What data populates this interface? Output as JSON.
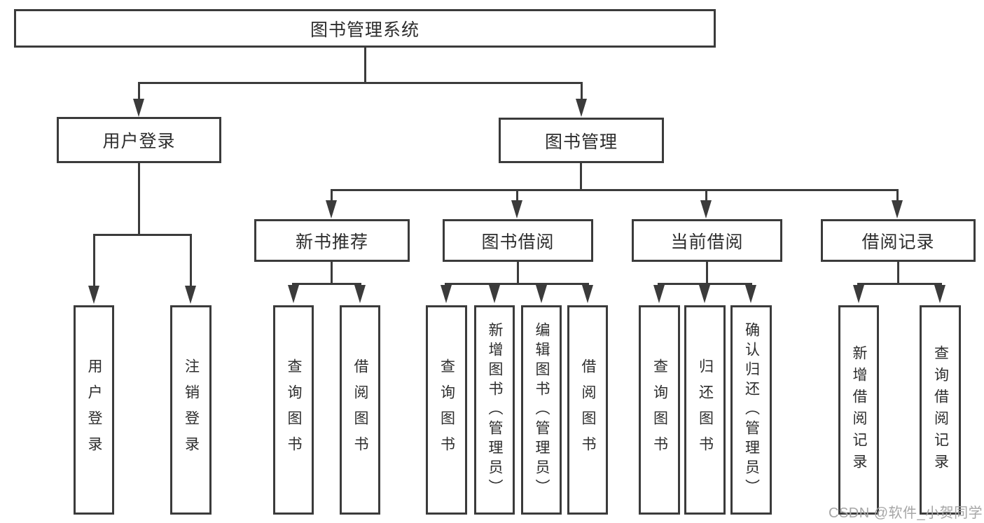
{
  "diagram": {
    "root": {
      "label": "图书管理系统"
    },
    "level2": [
      {
        "label": "用户登录"
      },
      {
        "label": "图书管理"
      }
    ],
    "level3": [
      {
        "label": "新书推荐"
      },
      {
        "label": "图书借阅"
      },
      {
        "label": "当前借阅"
      },
      {
        "label": "借阅记录"
      }
    ],
    "leaves": [
      {
        "label": "用户登录",
        "parent": "用户登录"
      },
      {
        "label": "注销登录",
        "parent": "用户登录"
      },
      {
        "label": "查询图书",
        "parent": "新书推荐"
      },
      {
        "label": "借阅图书",
        "parent": "新书推荐"
      },
      {
        "label": "查询图书",
        "parent": "图书借阅"
      },
      {
        "label": "新增图书（管理员）",
        "parent": "图书借阅"
      },
      {
        "label": "编辑图书（管理员）",
        "parent": "图书借阅"
      },
      {
        "label": "借阅图书",
        "parent": "图书借阅"
      },
      {
        "label": "查询图书",
        "parent": "当前借阅"
      },
      {
        "label": "归还图书",
        "parent": "当前借阅"
      },
      {
        "label": "确认归还（管理员）",
        "parent": "当前借阅"
      },
      {
        "label": "新增借阅记录",
        "parent": "借阅记录"
      },
      {
        "label": "查询借阅记录",
        "parent": "借阅记录"
      }
    ],
    "watermark": "CSDN @软件_小贺同学",
    "colors": {
      "line": "#3b3b3b",
      "text": "#2d2d2d",
      "watermark": "#a6a6a6",
      "background": "#ffffff"
    }
  }
}
